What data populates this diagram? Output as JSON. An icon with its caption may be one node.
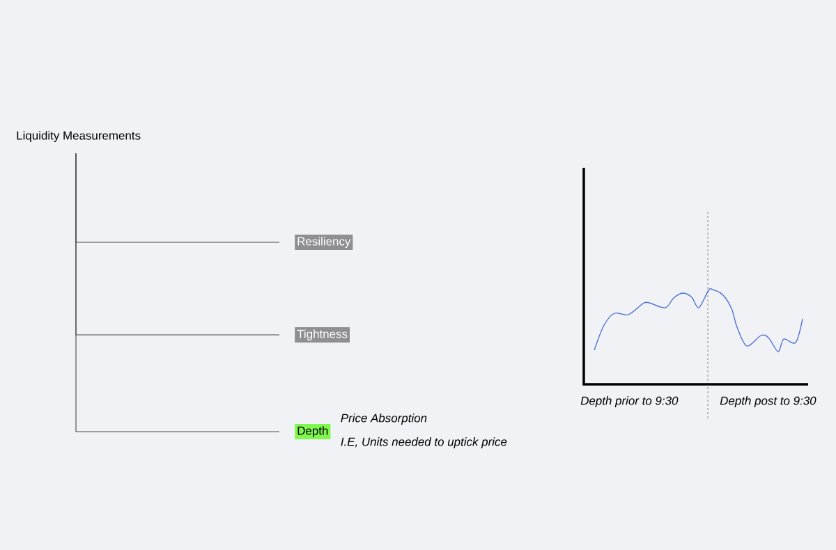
{
  "diagram": {
    "nodes": [
      {
        "text": [
          "Liquidity Measurements"
        ]
      },
      {
        "text": [
          "Resiliency"
        ]
      },
      {
        "text": [
          "Tightness"
        ]
      },
      {
        "text": [
          "Depth"
        ],
        "beside": [
          "Price Absorption",
          "I.E, Units needed to uptick price"
        ]
      }
    ],
    "edges": [
      {
        "from": 0,
        "to": 1,
        "arrow": "none"
      },
      {
        "from": 0,
        "to": 2,
        "arrow": "none"
      },
      {
        "from": 0,
        "to": 3,
        "arrow": "none"
      }
    ],
    "labels": [
      "Depth prior to 9:30",
      "Depth post to 9:30"
    ]
  }
}
